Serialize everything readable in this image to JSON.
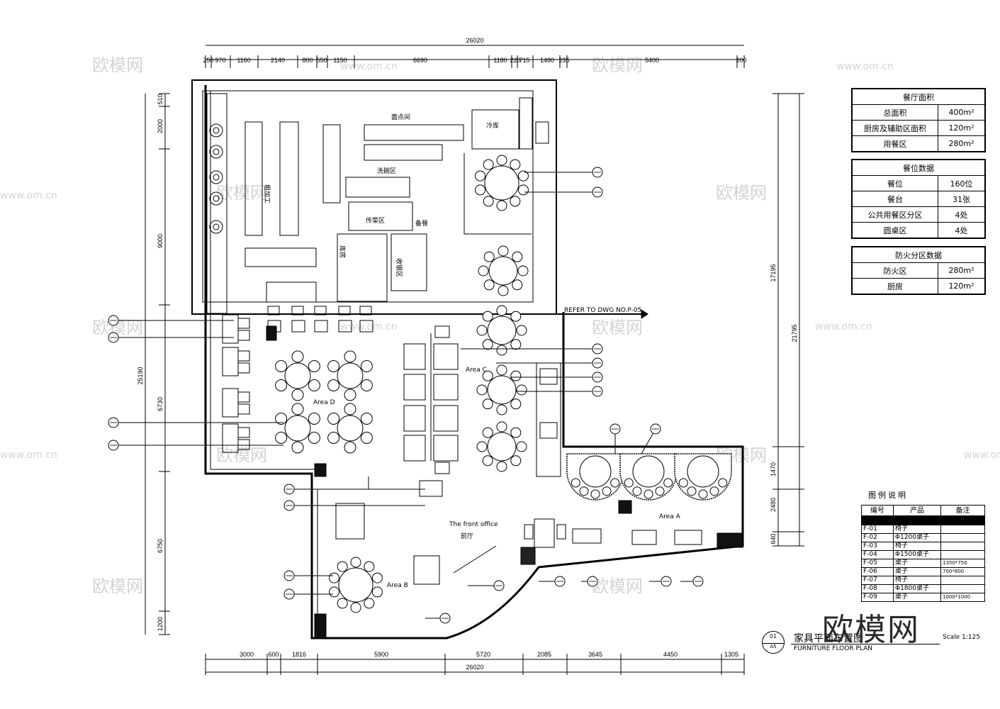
{
  "dimensions": {
    "top_total": "26020",
    "top_segments": [
      "250",
      "970",
      "1160",
      "2140",
      "800",
      "550",
      "1150",
      "6690",
      "1180",
      "220",
      "715",
      "1480",
      "235",
      "5400",
      "200"
    ],
    "left_total": "25190",
    "left_segments": [
      "510",
      "2000",
      "9000",
      "6730",
      "6750",
      "1200"
    ],
    "right_total": "21795",
    "right_inner": "17195",
    "right_segments": [
      "1470",
      "2480",
      "640"
    ],
    "bottom_total": "26020",
    "bottom_segments": [
      "3000",
      "600",
      "1816",
      "5900",
      "5720",
      "2085",
      "3645",
      "4450",
      "1305"
    ]
  },
  "areas": {
    "area_d": "Area D",
    "area_c": "Area C",
    "area_a": "Area A",
    "area_b": "Area B",
    "front_office": "The front office",
    "lobby": "前厅",
    "refer": "REFER TO DWG NO.P-05",
    "kitchen_labels": [
      "面点间",
      "冷库",
      "洗碗区",
      "传菜区",
      "备餐",
      "粗加工",
      "库房",
      "收银区"
    ]
  },
  "summary_tables": [
    {
      "title": "餐厅面积",
      "rows": [
        {
          "k": "总面积",
          "v": "400m²"
        },
        {
          "k": "厨房及辅助区面积",
          "v": "120m²"
        },
        {
          "k": "用餐区",
          "v": "280m²"
        }
      ]
    },
    {
      "title": "餐位数据",
      "rows": [
        {
          "k": "餐位",
          "v": "160位"
        },
        {
          "k": "餐台",
          "v": "31张"
        },
        {
          "k": "公共用餐区分区",
          "v": "4处"
        },
        {
          "k": "圆桌区",
          "v": "4处"
        }
      ]
    },
    {
      "title": "防火分区数据",
      "rows": [
        {
          "k": "防火区",
          "v": "280m²"
        },
        {
          "k": "厨房",
          "v": "120m²"
        }
      ]
    }
  ],
  "legend": {
    "title": "图例说明",
    "headers": [
      "编号",
      "产品",
      "备注"
    ],
    "rows": [
      {
        "code": "F-01",
        "product": "椅子",
        "note": ""
      },
      {
        "code": "F-02",
        "product": "Φ1200桌子",
        "note": ""
      },
      {
        "code": "F-03",
        "product": "椅子",
        "note": ""
      },
      {
        "code": "F-04",
        "product": "Φ1500桌子",
        "note": ""
      },
      {
        "code": "F-05",
        "product": "桌子",
        "note": "1350*750"
      },
      {
        "code": "F-06",
        "product": "桌子",
        "note": "700*800"
      },
      {
        "code": "F-07",
        "product": "椅子",
        "note": ""
      },
      {
        "code": "F-08",
        "product": "Φ1800桌子",
        "note": ""
      },
      {
        "code": "F-09",
        "product": "桌子",
        "note": "1000*1000"
      }
    ]
  },
  "title_block": {
    "number": "01",
    "sheet": "A5",
    "title_zh": "家具平面布置图",
    "title_en": "FURNITURE FLOOR PLAN",
    "scale": "Scale 1:125"
  },
  "watermark": {
    "logo": "欧模网",
    "url": "www.om.cn"
  }
}
